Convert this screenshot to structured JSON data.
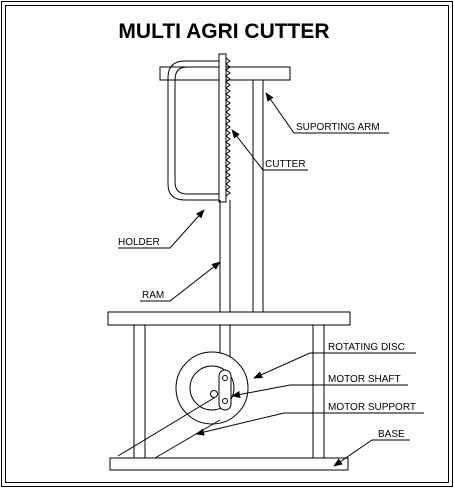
{
  "diagram": {
    "title": "MULTI AGRI CUTTER",
    "labels": {
      "supporting_arm": "SUPORTING ARM",
      "cutter": "CUTTER",
      "holder": "HOLDER",
      "ram": "RAM",
      "rotating_disc": "ROTATING DISC",
      "motor_shaft": "MOTOR SHAFT",
      "motor_support": "MOTOR SUPPORT",
      "base": "BASE"
    }
  }
}
